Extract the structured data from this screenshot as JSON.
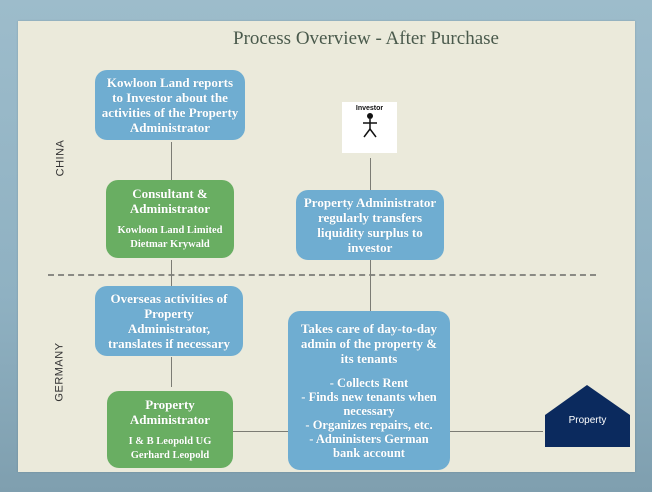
{
  "title": "Process Overview - After Purchase",
  "regions": {
    "top": "CHINA",
    "bottom": "GERMANY"
  },
  "boxes": {
    "kowloon_reports": {
      "text": "Kowloon Land reports to Investor about the activities of the Property Administrator",
      "color": "#6fadd1"
    },
    "consultant": {
      "title": "Consultant & Administrator",
      "line1": "Kowloon Land Limited",
      "line2": "Dietmar Krywald",
      "color": "#69ae62"
    },
    "transfers": {
      "text": "Property Administrator regularly transfers liquidity surplus to investor",
      "color": "#6fadd1"
    },
    "overseas": {
      "text": "Overseas activities of Property Administrator, translates if necessary",
      "color": "#6fadd1"
    },
    "property_admin": {
      "title": "Property Administrator",
      "line1": "I & B Leopold UG",
      "line2": "Gerhard Leopold",
      "color": "#69ae62"
    },
    "day_to_day": {
      "text": "Takes care of day-to-day admin of the property & its tenants",
      "bullets": [
        "-  Collects Rent",
        "-  Finds new tenants when necessary",
        "-  Organizes repairs, etc.",
        "-  Administers German bank account"
      ],
      "color": "#6fadd1"
    }
  },
  "investor": {
    "label": "Investor",
    "icon": "stick-figure-icon"
  },
  "property": {
    "label": "Property",
    "icon": "house-icon",
    "color": "#0b2a5e"
  }
}
